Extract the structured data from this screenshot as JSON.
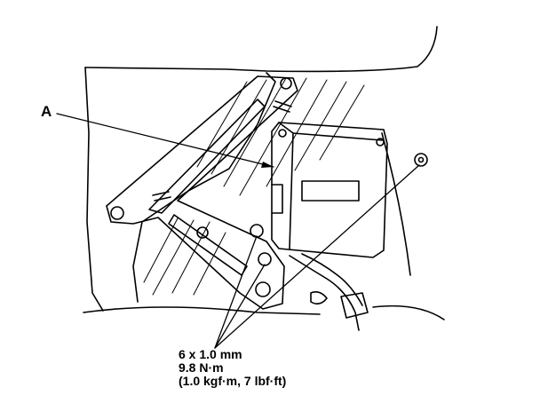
{
  "callouts": {
    "part_a": "A"
  },
  "fastener_spec": {
    "size": "6 x 1.0 mm",
    "torque_nm": "9.8 N·m",
    "torque_alt": "(1.0 kgf·m, 7 lbf·ft)"
  },
  "colors": {
    "line": "#000000",
    "background": "#ffffff"
  }
}
